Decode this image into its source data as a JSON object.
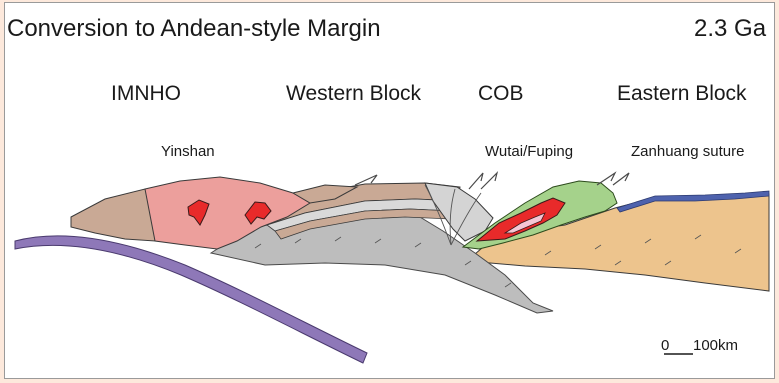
{
  "title": "Conversion to Andean-style Margin",
  "age": "2.3 Ga",
  "regions": [
    "IMNHO",
    "Western Block",
    "COB",
    "Eastern Block"
  ],
  "localities": [
    "Yinshan",
    "Wutai/Fuping",
    "Zanhuang suture"
  ],
  "scale": {
    "zero": "0",
    "distance": "100km"
  },
  "colors": {
    "background_outer": "#fde9dc",
    "oceanic_slab": "#8e78b8",
    "continental_crust": "#bdbdbd",
    "western_block_cover": "#c9a995",
    "yinshan_block": "#ec9f9c",
    "granite": "#e82a2a",
    "arc_volcanics": "#a5d28b",
    "eastern_block_crust": "#edc48d",
    "blue_layer": "#4e62ad"
  }
}
